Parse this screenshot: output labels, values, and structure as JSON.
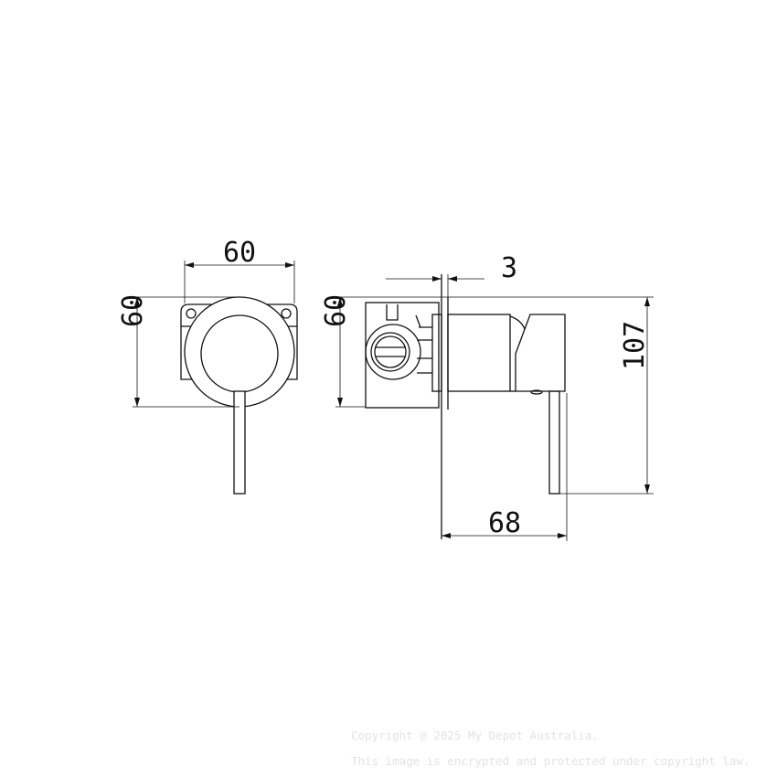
{
  "dimensions": {
    "front_width": "60",
    "front_height": "60",
    "side_height": "60",
    "plate_thickness": "3",
    "total_height": "107",
    "projection": "68"
  },
  "watermark": {
    "line1": "Copyright @ 2025 My Depot Australia.",
    "line2": "This image is encrypted and protected under copyright law."
  }
}
